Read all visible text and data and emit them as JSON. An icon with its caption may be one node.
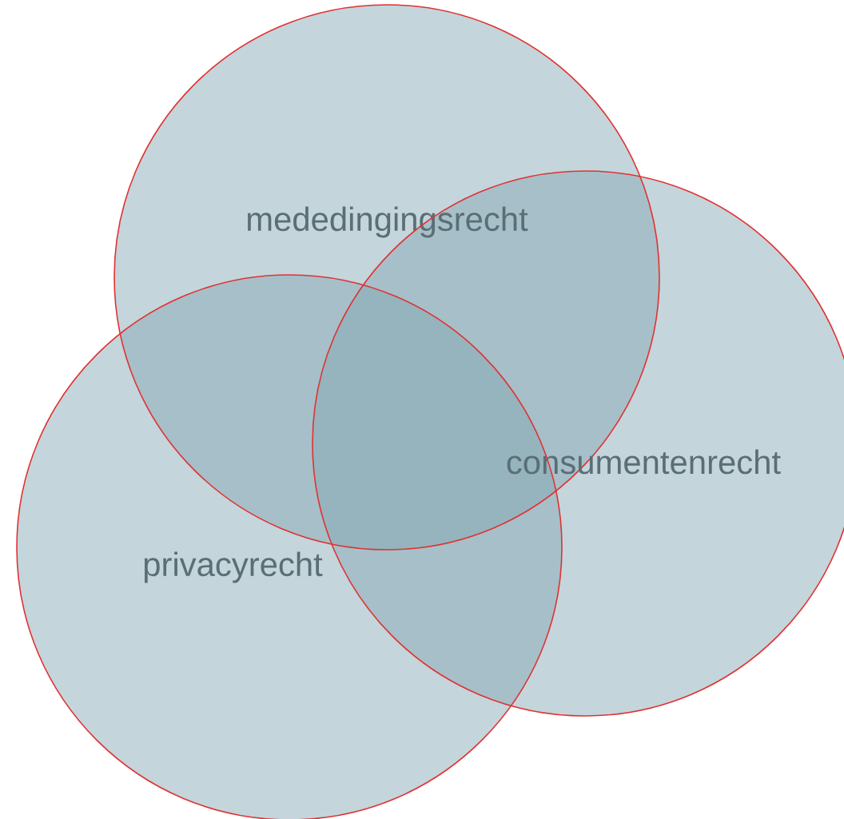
{
  "diagram": {
    "nodes": [
      {
        "text": [
          "mededingingsrecht"
        ]
      },
      {
        "text": [
          "consumentenrecht"
        ]
      },
      {
        "text": [
          "privacyrecht"
        ]
      }
    ]
  }
}
